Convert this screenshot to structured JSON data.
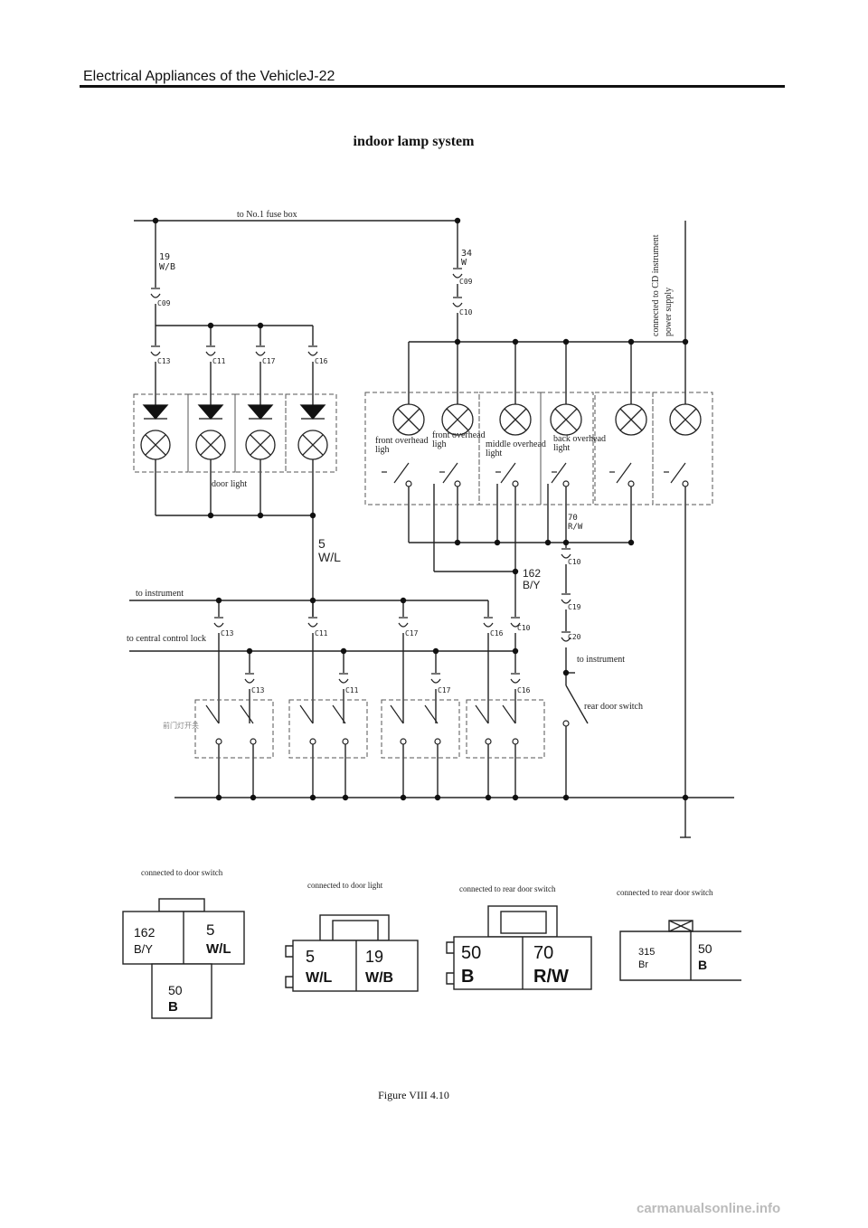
{
  "header": {
    "text": "Electrical Appliances of the VehicleJ-22"
  },
  "title": "indoor lamp system",
  "caption": "Figure VIII 4.10",
  "footer": "carmanualsonline.info",
  "labels": {
    "fuse_box": "to No.1 fuse box",
    "cd_power_1": "connected to CD instrument",
    "cd_power_2": "power supply",
    "door_light": "door light",
    "front_overhead_1a": "front overhead",
    "front_overhead_1b": "ligh",
    "front_overhead_2a": "front overhead",
    "front_overhead_2b": "ligh",
    "middle_overhead_a": "middle overhead",
    "middle_overhead_b": "light",
    "back_overhead_a": "back overhead",
    "back_overhead_b": "light",
    "to_instrument_left": "to instrument",
    "to_central_lock": "to central control lock",
    "to_instrument_right": "to instrument",
    "rear_door_switch": "rear door switch",
    "door_switch_cn": "前门灯开关"
  },
  "wires": {
    "w19": "19",
    "w19c": "W/B",
    "w34": "34",
    "w34c": "W",
    "w5": "5",
    "w5c": "W/L",
    "w70": "70",
    "w70c": "R/W",
    "w162": "162",
    "w162c": "B/Y"
  },
  "connectors": {
    "c09": "C09",
    "c10": "C10",
    "c11": "C11",
    "c13": "C13",
    "c16": "C16",
    "c17": "C17",
    "c19": "C19",
    "c20": "C20"
  },
  "plugs": [
    {
      "caption": "connected to door switch",
      "pins": [
        {
          "num": "162",
          "color": "B/Y"
        },
        {
          "num": "5",
          "color": "W/L"
        },
        {
          "num": "50",
          "color": "B"
        }
      ]
    },
    {
      "caption": "connected to door light",
      "pins": [
        {
          "num": "5",
          "color": "W/L"
        },
        {
          "num": "19",
          "color": "W/B"
        }
      ]
    },
    {
      "caption": "connected to rear door switch",
      "pins": [
        {
          "num": "50",
          "color": "B"
        },
        {
          "num": "70",
          "color": "R/W"
        }
      ]
    },
    {
      "caption": "connected to rear door switch",
      "pins": [
        {
          "num": "315",
          "color": "Br"
        },
        {
          "num": "50",
          "color": "B"
        }
      ]
    }
  ]
}
